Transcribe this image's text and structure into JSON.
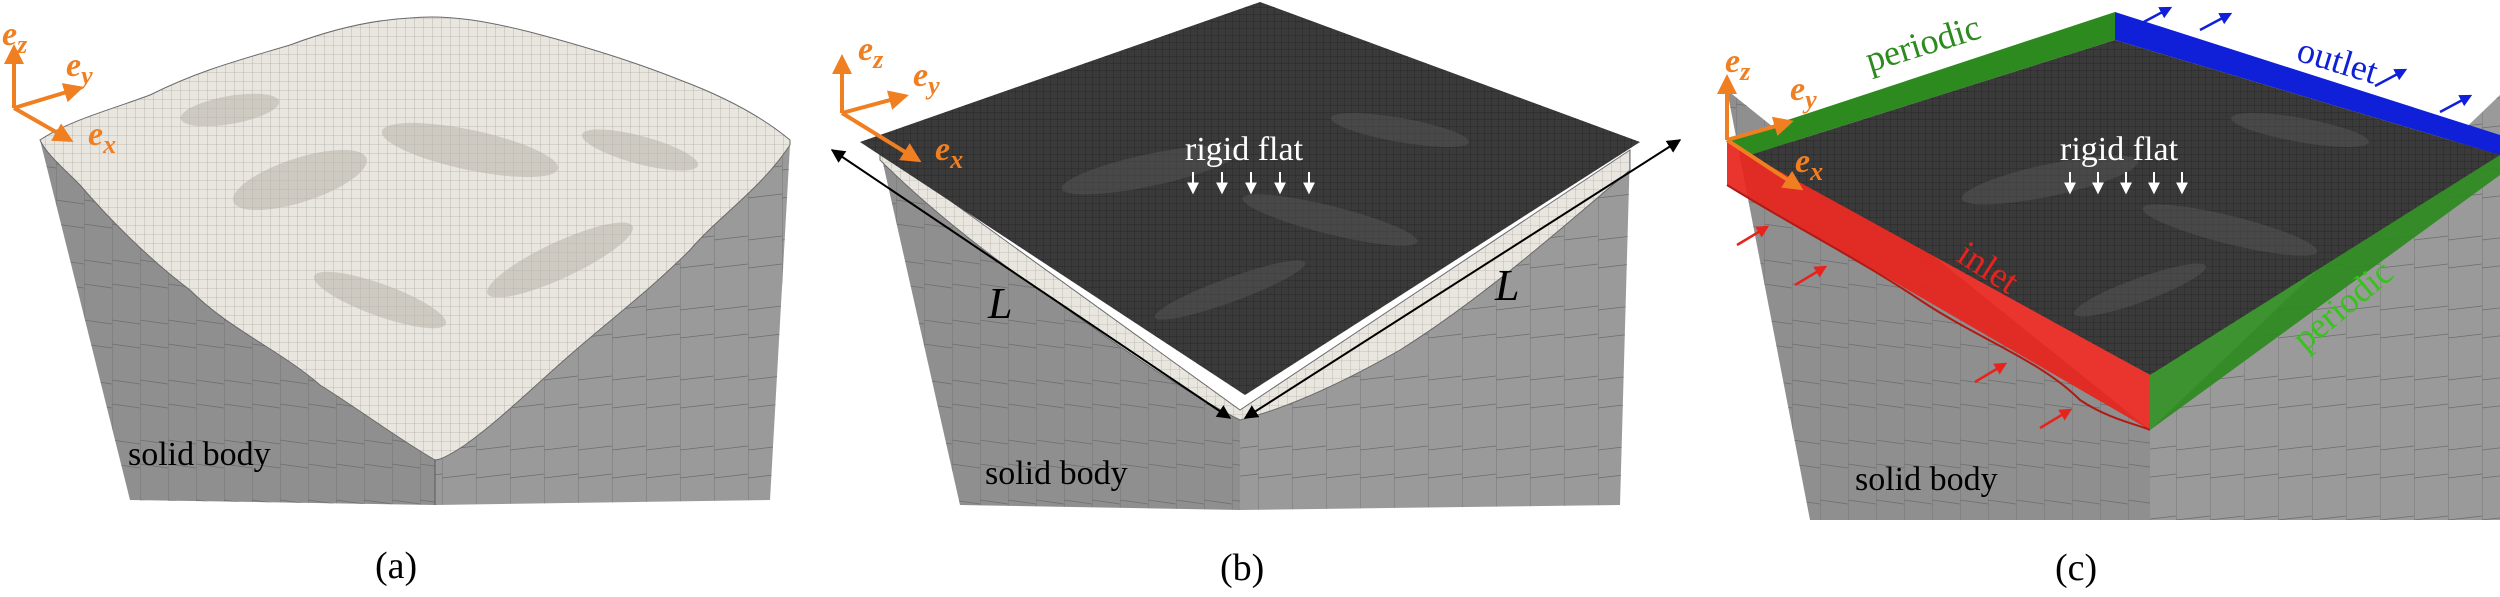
{
  "panels": [
    {
      "caption": "(a)",
      "solid_label": "solid body",
      "axes": {
        "ez": "e",
        "ez_sub": "z",
        "ey": "e",
        "ey_sub": "y",
        "ex": "e",
        "ex_sub": "x"
      }
    },
    {
      "caption": "(b)",
      "solid_label": "solid body",
      "flat_label": "rigid flat",
      "length_label_left": "L",
      "length_label_right": "L",
      "axes": {
        "ez": "e",
        "ez_sub": "z",
        "ey": "e",
        "ey_sub": "y",
        "ex": "e",
        "ex_sub": "x"
      }
    },
    {
      "caption": "(c)",
      "solid_label": "solid body",
      "flat_label": "rigid flat",
      "periodic_top": "periodic",
      "periodic_right": "periodic",
      "outlet": "outlet",
      "inlet": "inlet",
      "axes": {
        "ez": "e",
        "ez_sub": "z",
        "ey": "e",
        "ey_sub": "y",
        "ex": "e",
        "ex_sub": "x"
      }
    }
  ],
  "colors": {
    "axis_orange": "#f07f22",
    "surface_light": "#e9e6df",
    "solid_gray": "#8f8f8f",
    "flat_dark": "#3a3a3a",
    "periodic_green": "#2d8a1e",
    "outlet_blue": "#1020d8",
    "inlet_red": "#e8231c"
  }
}
